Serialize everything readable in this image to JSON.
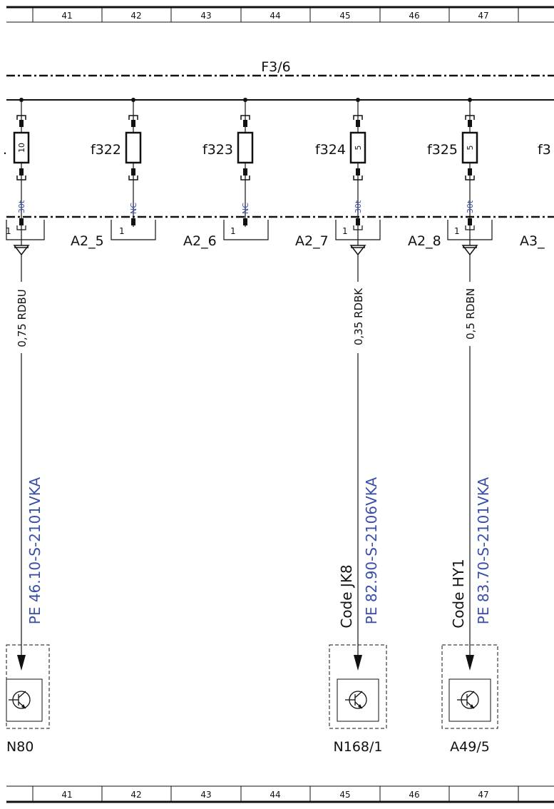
{
  "ruler": {
    "columns": [
      "41",
      "42",
      "43",
      "44",
      "45",
      "46",
      "47"
    ]
  },
  "bus_label": "F3/6",
  "fuses": {
    "f321": {
      "rating": "10",
      "terminal": "30t",
      "pin": "1",
      "pe_ref": "PE 46.10-S-2101VKA",
      "wire": "0,75 RDBU",
      "component": "N80"
    },
    "f322": {
      "label": "f322",
      "terminal": "NC",
      "pin": "1",
      "connector": "A2_5"
    },
    "f323": {
      "label": "f323",
      "terminal": "NC",
      "pin": "1",
      "connector": "A2_6"
    },
    "f324": {
      "label": "f324",
      "rating": "5",
      "terminal": "30t",
      "pin": "1",
      "connector": "A2_7",
      "wire": "0,35 RDBK",
      "code": "Code JK8",
      "pe_ref": "PE 82.90-S-2106VKA",
      "component": "N168/1"
    },
    "f325": {
      "label": "f325",
      "rating": "5",
      "terminal": "30t",
      "pin": "1",
      "connector": "A2_8",
      "wire": "0,5 RDBN",
      "code": "Code HY1",
      "pe_ref": "PE 83.70-S-2101VKA",
      "component": "A49/5"
    }
  },
  "partial": {
    "left_dot": ".",
    "right_fuse": "f3",
    "right_connector": "A3_"
  },
  "icons": {
    "component": "transistor-icon",
    "ground": "ground-triangle-icon"
  },
  "colors": {
    "line": "#111111",
    "reference_blue": "#3b4fa8"
  }
}
